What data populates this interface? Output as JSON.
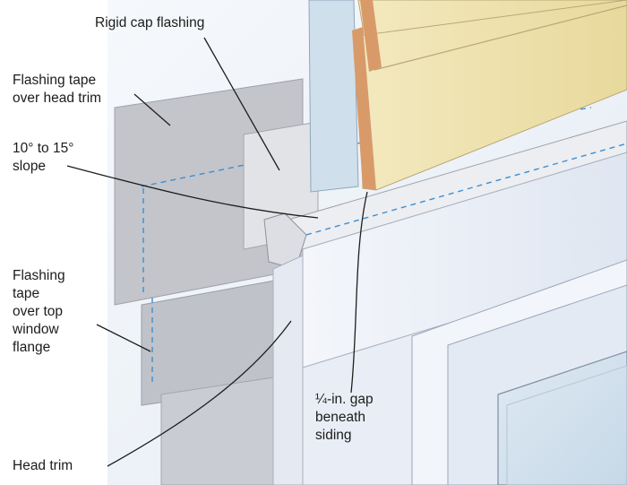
{
  "labels": {
    "rigid_cap_flashing": "Rigid cap flashing",
    "flashing_tape_head_trim": "Flashing tape\nover head trim",
    "slope": "10° to 15°\nslope",
    "flashing_tape_window_flange": "Flashing\ntape\nover top\nwindow\nflange",
    "gap_fraction": "¼",
    "gap_rest": "-in. gap\nbeneath\nsiding",
    "head_trim": "Head trim"
  },
  "colors": {
    "wall": "#dde6f1",
    "tape": "#c4c6cc",
    "flashing": "#e5e6e9",
    "siding": "#efe3b3",
    "siding_edge": "#d99a6a",
    "trim": "#eef1f8",
    "glass": "#d3e2ee",
    "dash": "#3d8fd1",
    "leader": "#1e1e1e"
  }
}
